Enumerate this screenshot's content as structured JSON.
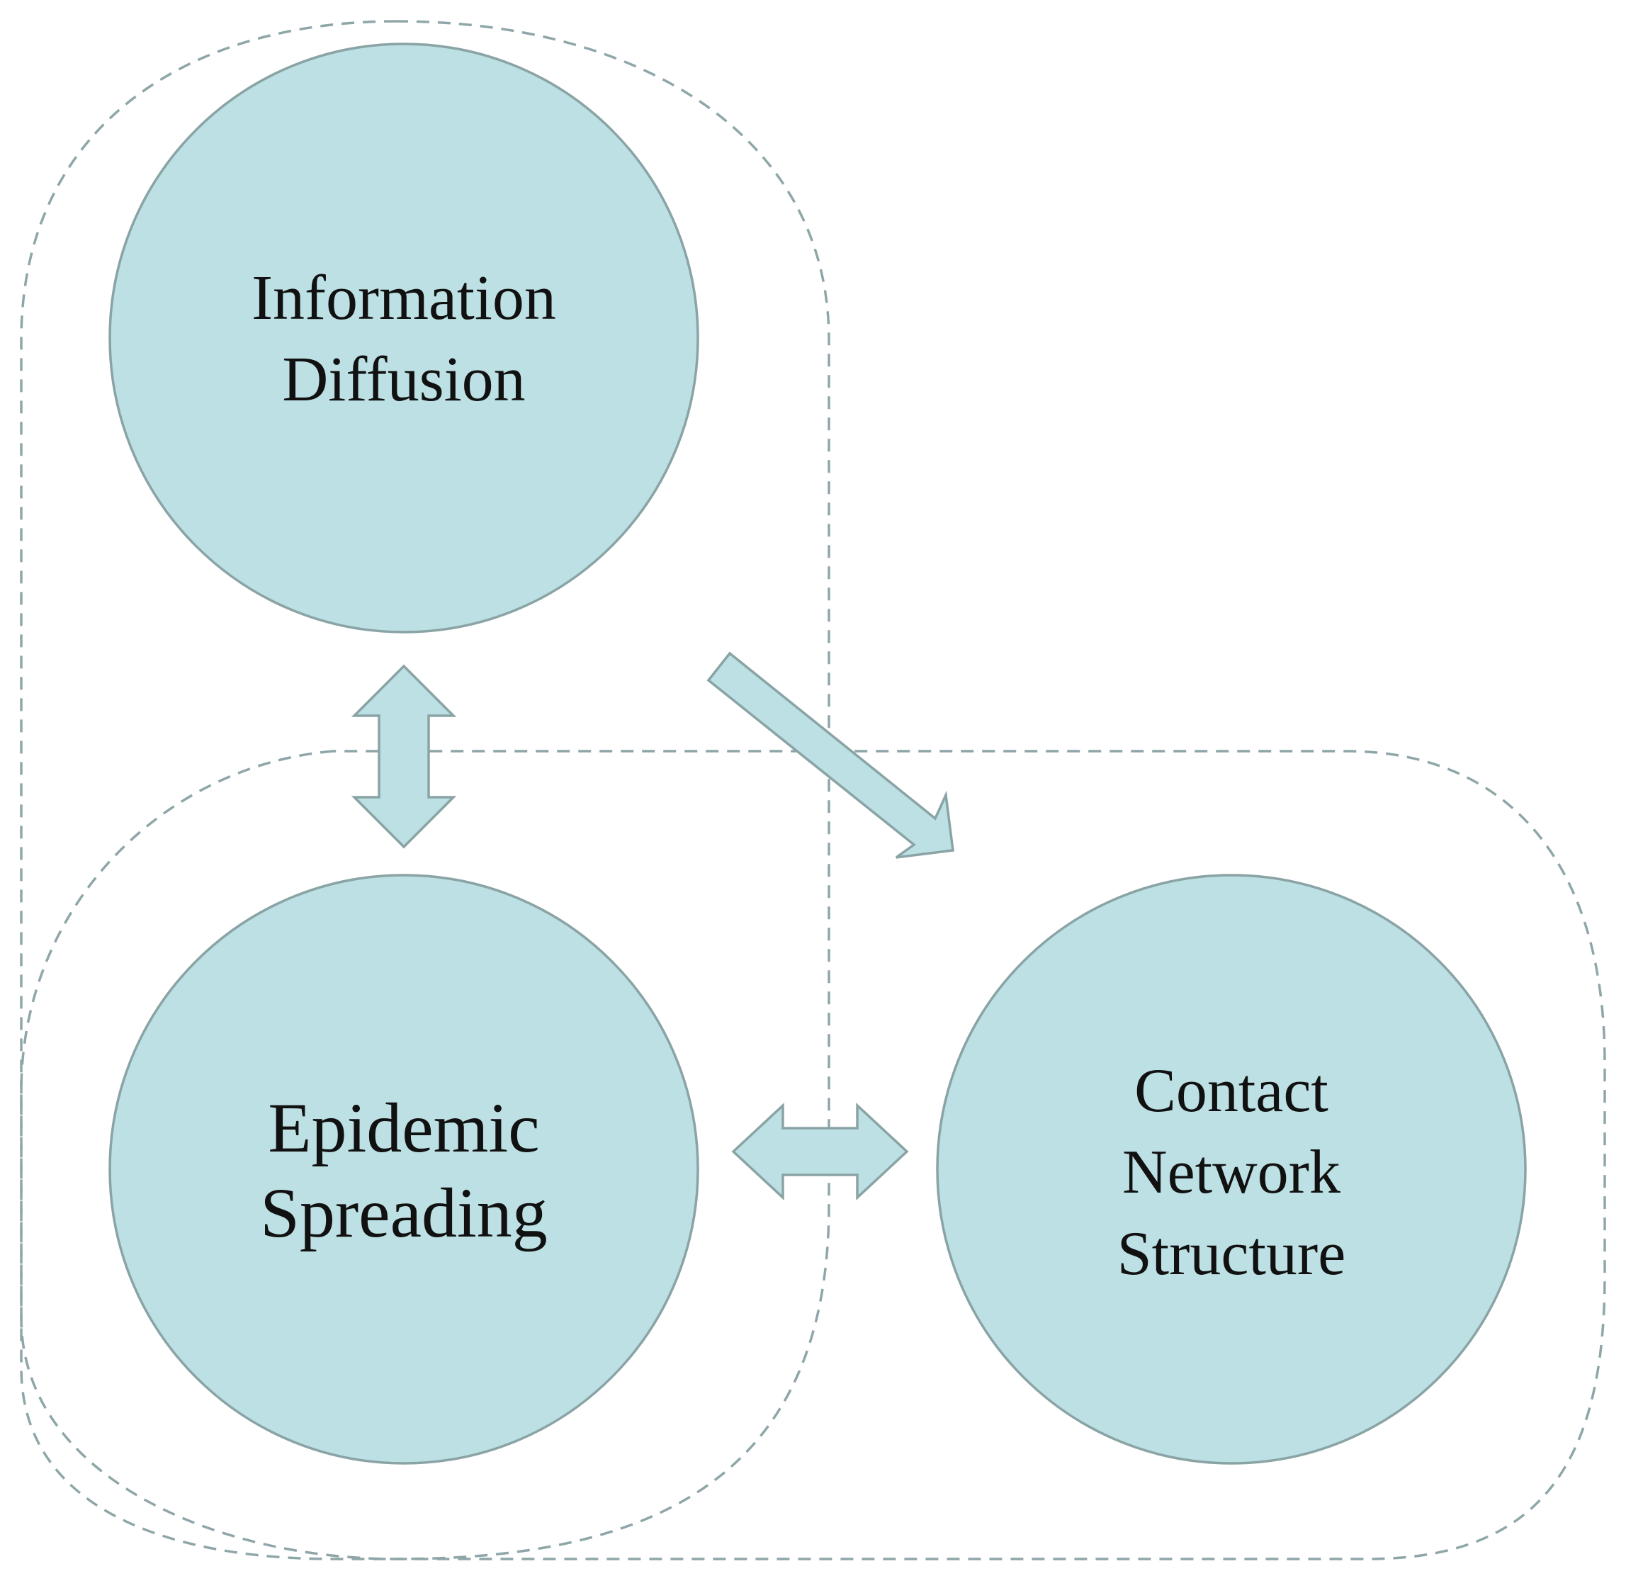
{
  "diagram": {
    "colors": {
      "node_fill": "#bce0e3",
      "node_stroke": "#8aa3a5",
      "group_outline": "#8fa6a8",
      "text": "#111111",
      "background": "#ffffff"
    },
    "nodes": {
      "information_diffusion": {
        "line1": "Information",
        "line2": "Diffusion"
      },
      "epidemic_spreading": {
        "line1": "Epidemic",
        "line2": "Spreading"
      },
      "contact_network_structure": {
        "line1": "Contact",
        "line2": "Network",
        "line3": "Structure"
      }
    },
    "edges": [
      {
        "from": "information_diffusion",
        "to": "epidemic_spreading",
        "direction": "bidirectional"
      },
      {
        "from": "information_diffusion",
        "to": "contact_network_structure",
        "direction": "one-way"
      },
      {
        "from": "epidemic_spreading",
        "to": "contact_network_structure",
        "direction": "bidirectional"
      }
    ],
    "groups": [
      {
        "members": [
          "information_diffusion",
          "epidemic_spreading"
        ],
        "style": "dashed"
      },
      {
        "members": [
          "epidemic_spreading",
          "contact_network_structure"
        ],
        "style": "dashed"
      }
    ]
  }
}
